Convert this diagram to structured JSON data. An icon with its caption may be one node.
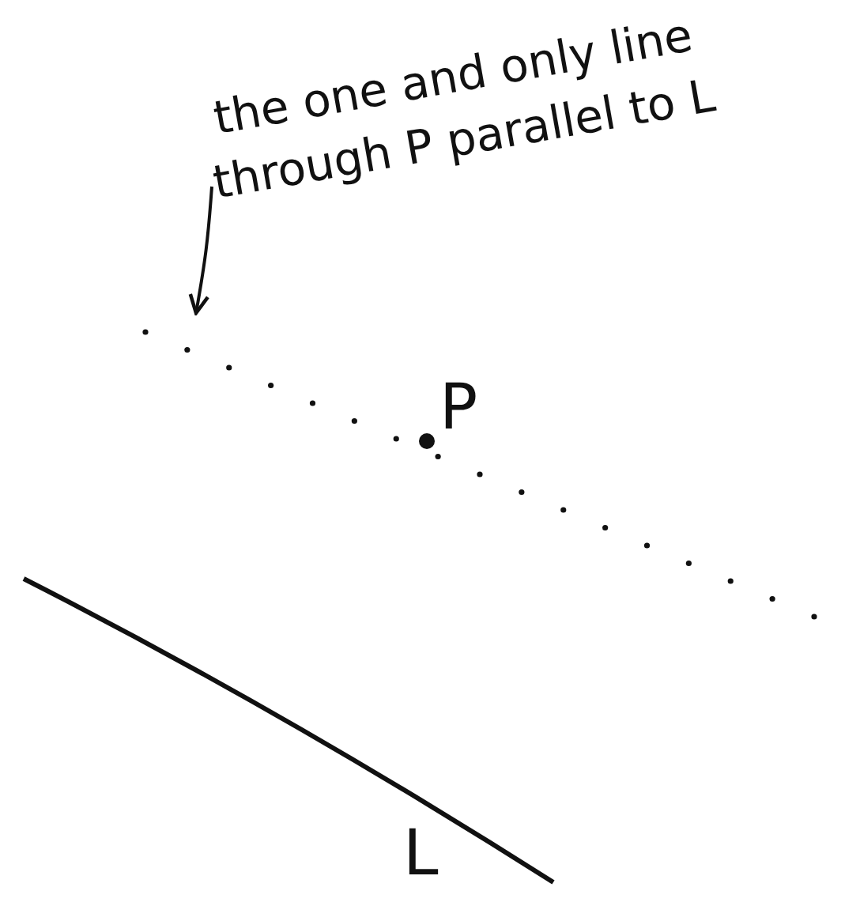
{
  "diagram": {
    "nodes": [
      {
        "text": [
          "the one and only line through P parallel to L"
        ]
      },
      {
        "text": [],
        "shape": "line"
      }
    ],
    "edges": [
      {
        "from": 0,
        "to": 1,
        "arrow": "to"
      }
    ],
    "labels": [
      "P",
      "L"
    ]
  }
}
